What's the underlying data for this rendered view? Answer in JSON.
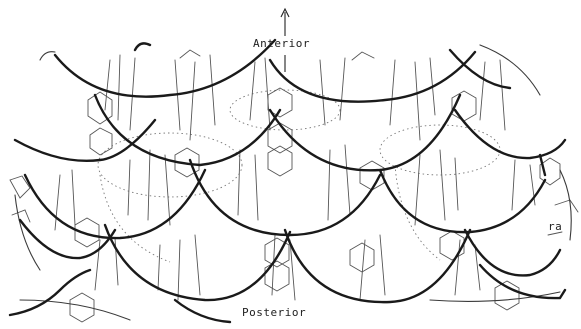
{
  "labels": {
    "anterior": "Anterior",
    "posterior": "Posterior",
    "side": "ra"
  }
}
